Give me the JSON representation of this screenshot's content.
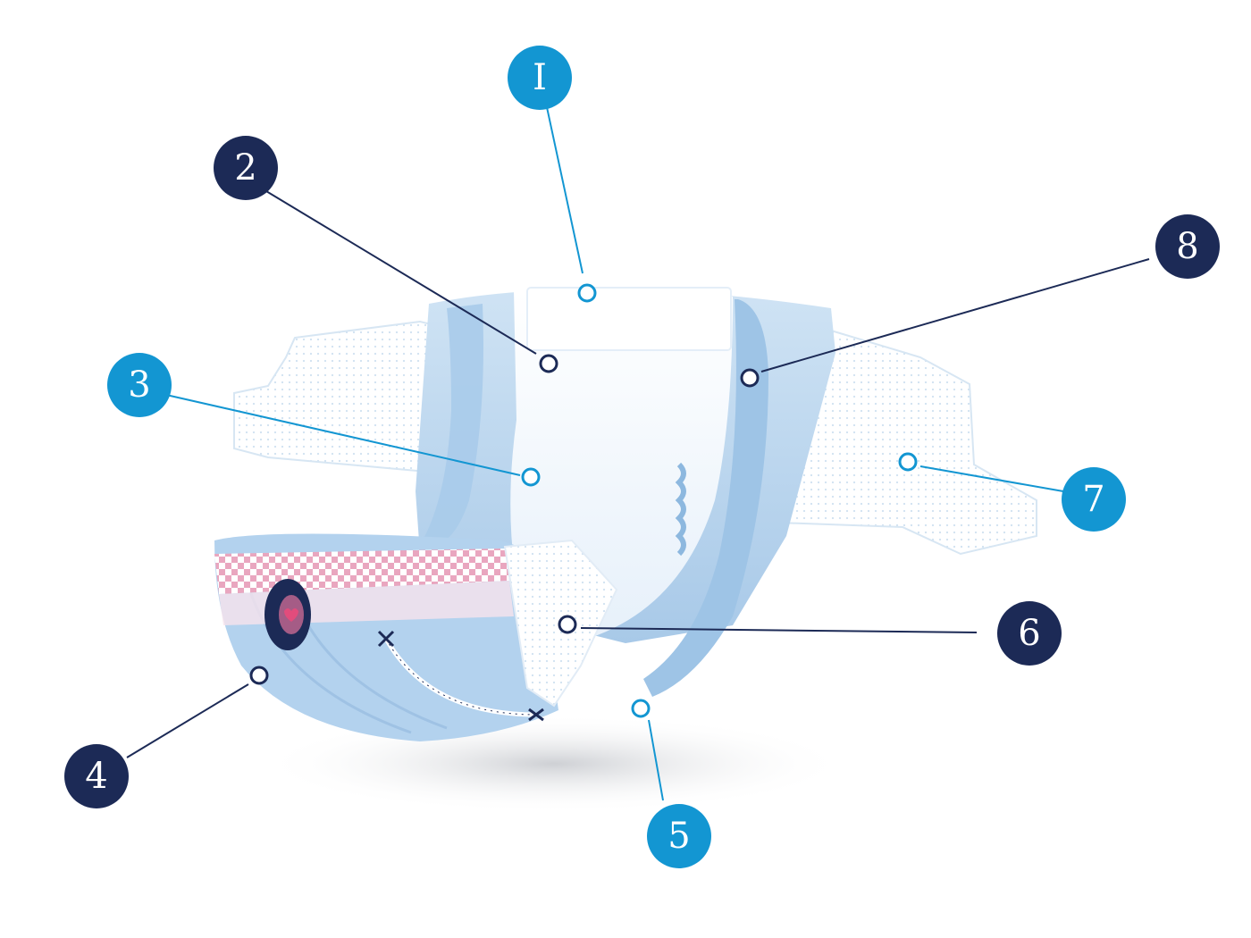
{
  "colors": {
    "light_blue": "#1396d2",
    "navy": "#1c2a56",
    "diaper_blue": "#b9d6ee",
    "diaper_white": "#ffffff",
    "trim_pink": "#e9a6bf"
  },
  "callouts": [
    {
      "id": "1",
      "label": "I",
      "color": "light_blue"
    },
    {
      "id": "2",
      "label": "2",
      "color": "navy"
    },
    {
      "id": "3",
      "label": "3",
      "color": "light_blue"
    },
    {
      "id": "4",
      "label": "4",
      "color": "navy"
    },
    {
      "id": "5",
      "label": "5",
      "color": "light_blue"
    },
    {
      "id": "6",
      "label": "6",
      "color": "navy"
    },
    {
      "id": "7",
      "label": "7",
      "color": "light_blue"
    },
    {
      "id": "8",
      "label": "8",
      "color": "navy"
    }
  ]
}
